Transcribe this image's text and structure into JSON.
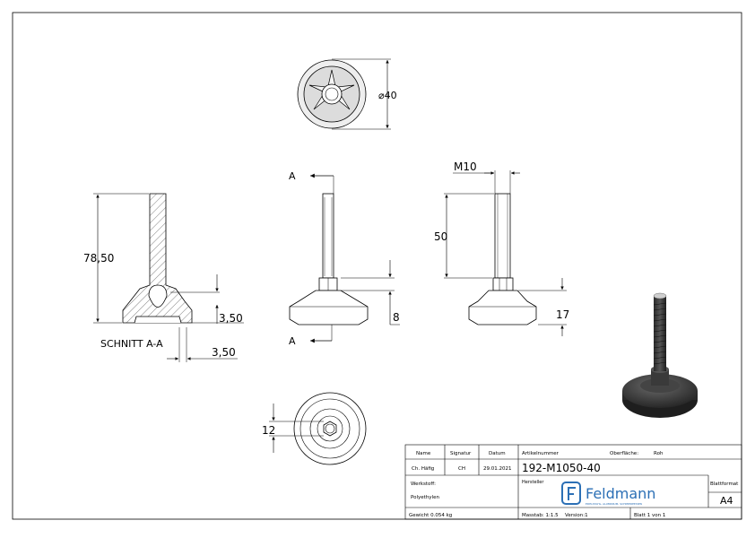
{
  "dimensions": {
    "diameter": "40",
    "thread": "M10",
    "thread_length": "50",
    "total_height": "78,50",
    "recess_depth": "3,50",
    "recess_width": "3,50",
    "base_height": "8",
    "foot_height": "17",
    "nut_size": "12",
    "section_marker": "A",
    "section_label": "SCHNITT A-A"
  },
  "title_block": {
    "name_header": "Name",
    "signature_header": "Signatur",
    "date_header": "Datum",
    "name": "Ch. Häfig",
    "signature": "CH",
    "date": "29.01.2021",
    "article_label": "Artikelnummer",
    "surface_label": "Oberfläche:",
    "surface_value": "Roh",
    "article_number": "192-M1050-40",
    "manufacturer_label": "Hersteller",
    "material_label": "Werkstoff:",
    "material": "Polyethylen",
    "sheet_format_label": "Blattformat",
    "sheet_format": "A4",
    "weight": "Gewicht 0.054 kg",
    "scale": "Masstab: 1:1.5",
    "version": "Version:1",
    "sheet": "Blatt 1 von 1",
    "brand_name": "Feldmann",
    "brand_tagline": "EDELSTAHL, ALUMINIUM, SCHMIEDEEISEN"
  }
}
